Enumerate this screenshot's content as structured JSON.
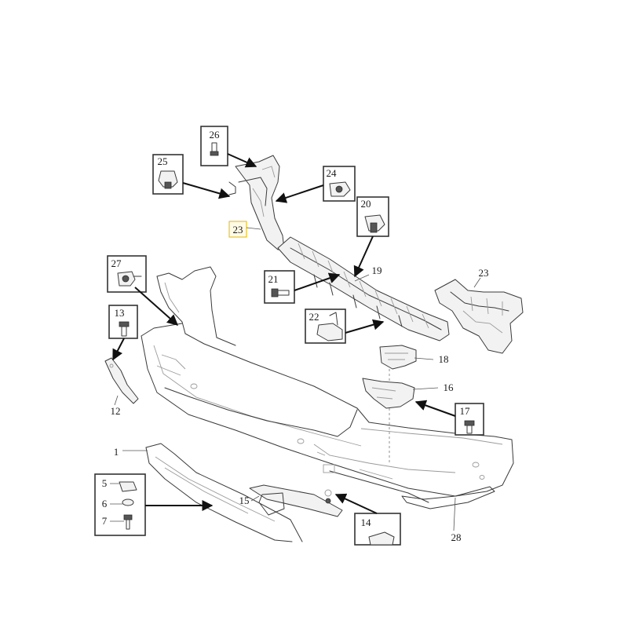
{
  "callouts": {
    "c1": "1",
    "c5": "5",
    "c6": "6",
    "c7": "7",
    "c12": "12",
    "c13": "13",
    "c14": "14",
    "c15": "15",
    "c16": "16",
    "c17": "17",
    "c18": "18",
    "c19": "19",
    "c20": "20",
    "c21": "21",
    "c22": "22",
    "c23a": "23",
    "c23b": "23",
    "c24": "24",
    "c25": "25",
    "c26": "26",
    "c27": "27",
    "c28": "28"
  },
  "colors": {
    "line": "#3a3a3a",
    "highlight_border": "#e6b800",
    "arrow": "#111111"
  }
}
